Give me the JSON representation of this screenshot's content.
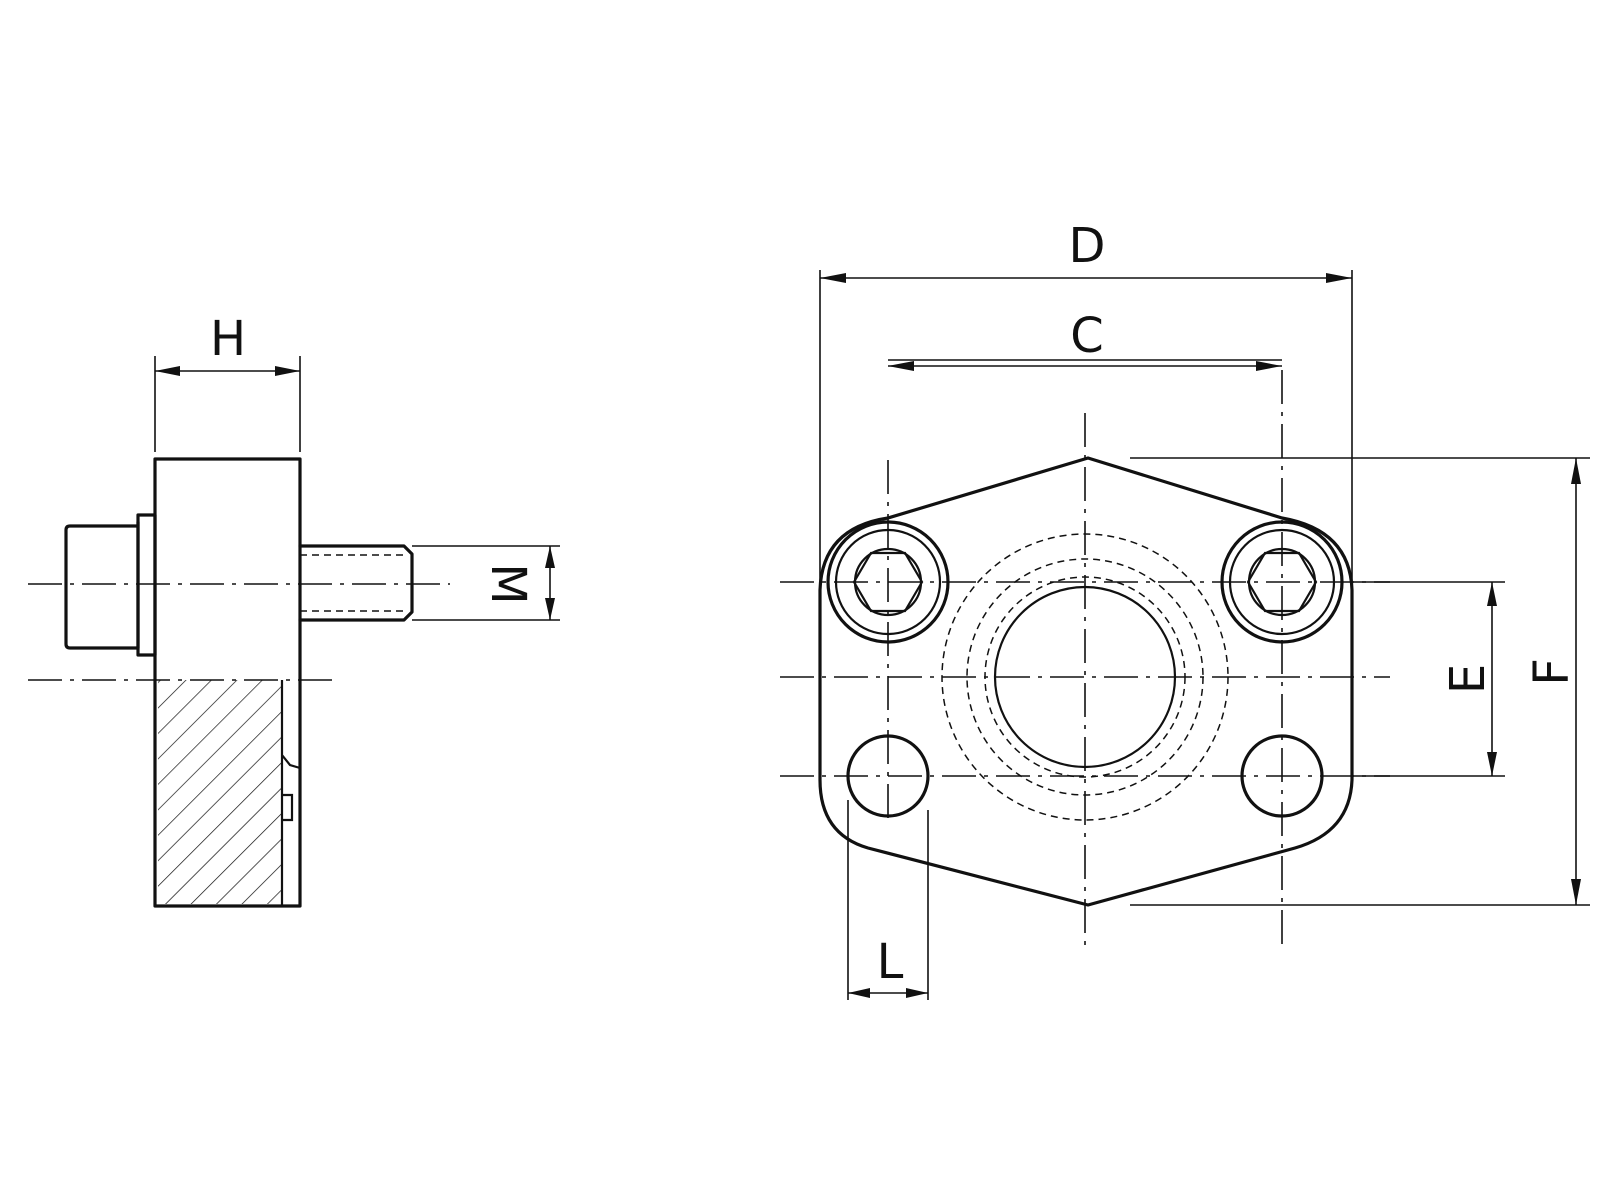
{
  "labels": {
    "h": "H",
    "m": "M",
    "d": "D",
    "c": "C",
    "e": "E",
    "f": "F",
    "l": "L"
  }
}
